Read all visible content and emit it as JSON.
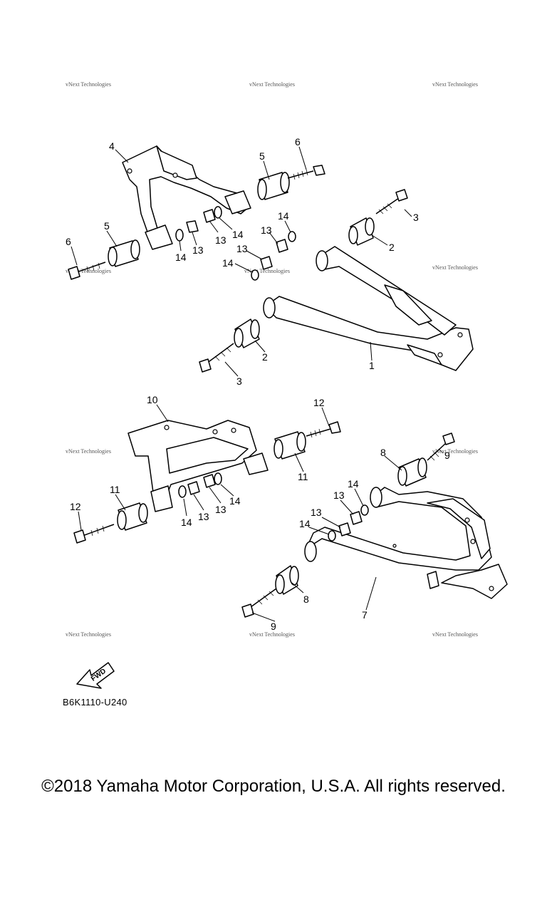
{
  "diagram": {
    "code": "B6K1110-U240",
    "copyright": "©2018 Yamaha Motor Corporation, U.S.A. All rights reserved.",
    "fwd_label": "FWD",
    "watermark": "vNext Technologies",
    "callouts": {
      "c1": "1",
      "c2a": "2",
      "c2b": "2",
      "c3a": "3",
      "c3b": "3",
      "c4": "4",
      "c5a": "5",
      "c5b": "5",
      "c6a": "6",
      "c6b": "6",
      "c7": "7",
      "c8a": "8",
      "c8b": "8",
      "c9a": "9",
      "c9b": "9",
      "c10": "10",
      "c11a": "11",
      "c11b": "11",
      "c12a": "12",
      "c12b": "12",
      "c13a": "13",
      "c13b": "13",
      "c13c": "13",
      "c13d": "13",
      "c13e": "13",
      "c13f": "13",
      "c13g": "13",
      "c13h": "13",
      "c14a": "14",
      "c14b": "14",
      "c14c": "14",
      "c14d": "14",
      "c14e": "14",
      "c14f": "14",
      "c14g": "14",
      "c14h": "14"
    }
  }
}
